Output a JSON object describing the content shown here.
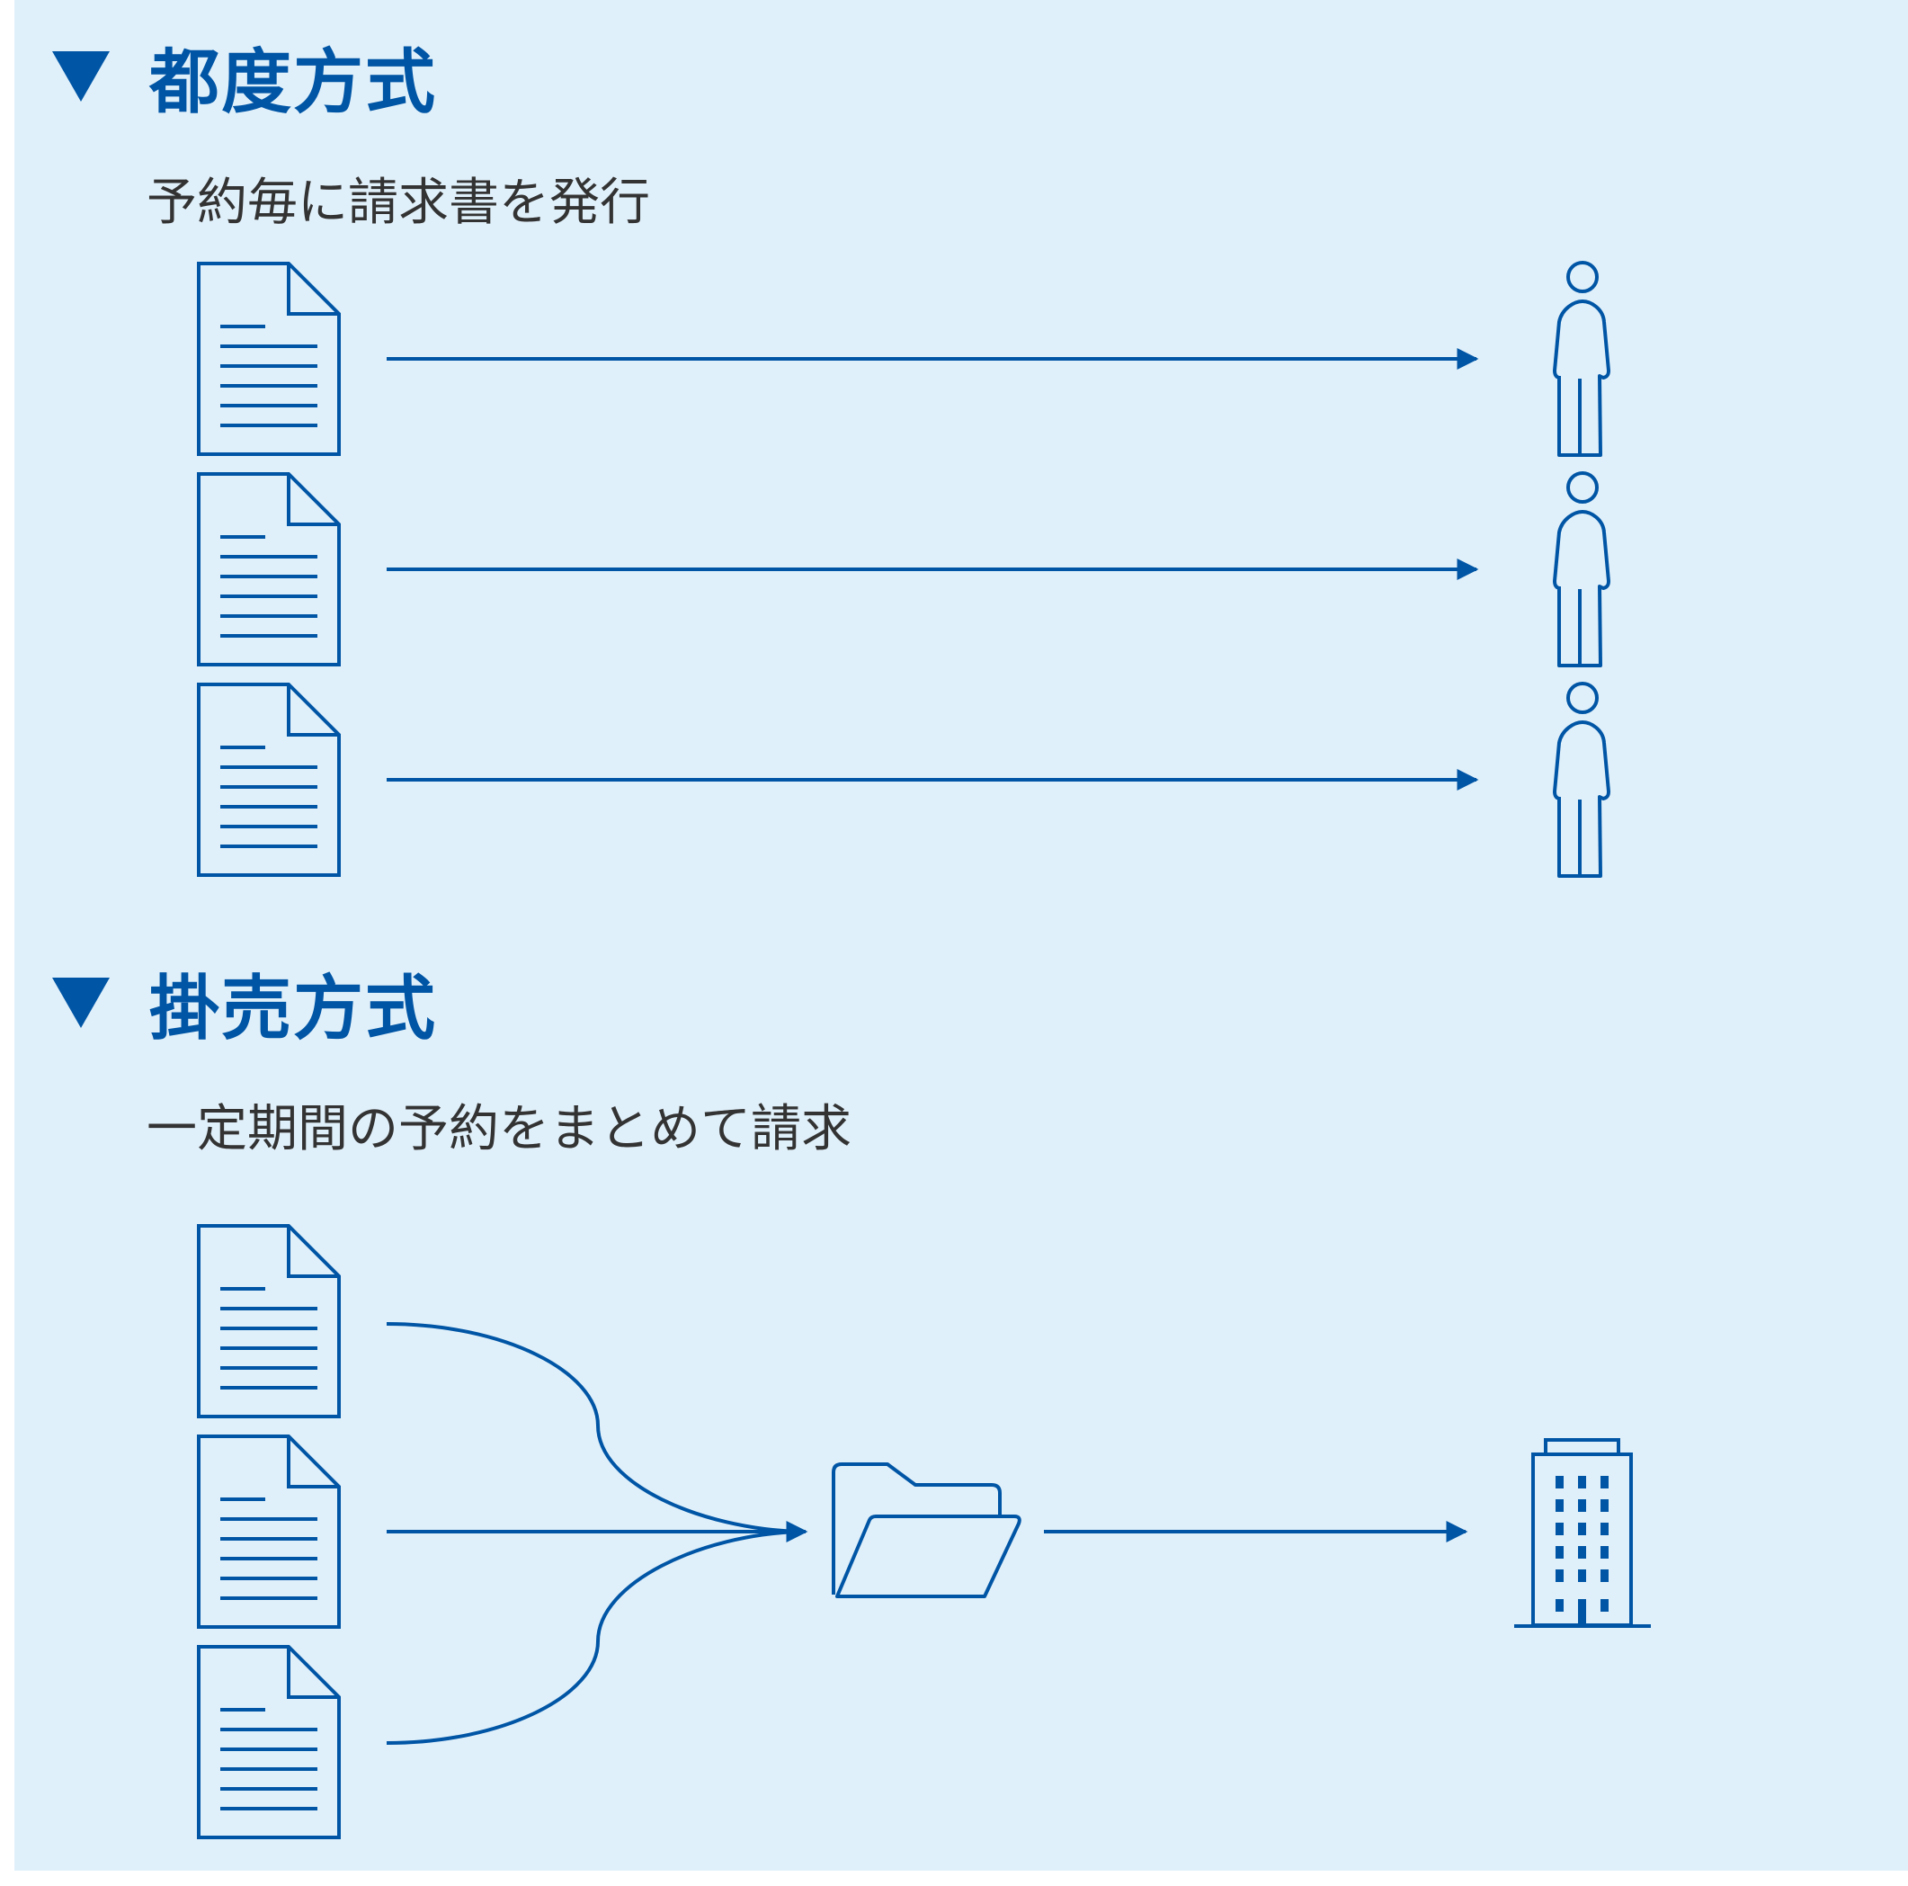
{
  "sections": [
    {
      "heading": "都度方式",
      "subtitle": "予約毎に請求書を発行"
    },
    {
      "heading": "掛売方式",
      "subtitle": "一定期間の予約をまとめて請求"
    }
  ],
  "icons": {
    "document": "document-icon",
    "person": "person-icon",
    "folder": "folder-icon",
    "building": "building-icon",
    "arrow": "arrow-right",
    "heading_marker": "triangle-down-icon"
  },
  "colors": {
    "accent": "#0055a5",
    "background": "#e0f0fa",
    "text": "#333333"
  }
}
